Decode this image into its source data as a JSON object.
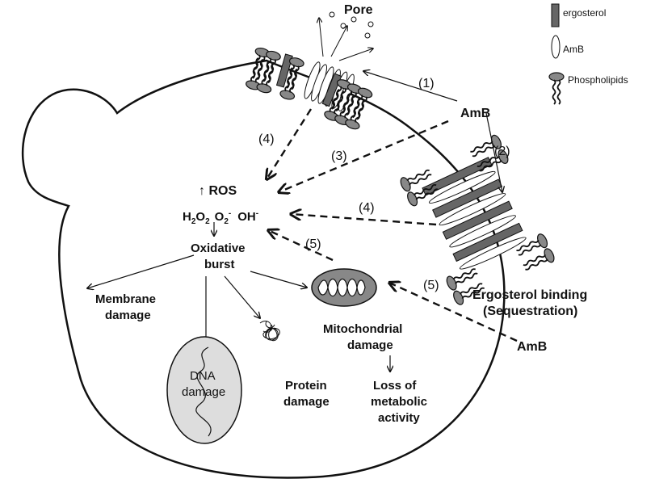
{
  "legend": {
    "ergosterol": "ergosterol",
    "amb": "AmB",
    "phospholipids": "Phospholipids"
  },
  "labels": {
    "pore": "Pore",
    "amb_top": "AmB",
    "amb_bottom": "AmB",
    "ros": "↑ ROS",
    "h2o2": "H",
    "h2o2_sub": "2",
    "h2o2_o": "O",
    "h2o2_sub2": "2",
    "o2": "O",
    "o2_sub": "2",
    "o2_sup": "-",
    "oh": "OH",
    "oh_sup": "-",
    "oxidative_1": "Oxidative",
    "oxidative_2": "burst",
    "membrane_1": "Membrane",
    "membrane_2": "damage",
    "dna_1": "DNA",
    "dna_2": "damage",
    "protein_1": "Protein",
    "protein_2": "damage",
    "mito_1": "Mitochondrial",
    "mito_2": "damage",
    "loss_1": "Loss of",
    "loss_2": "metabolic",
    "loss_3": "activity",
    "ergo_bind_1": "Ergosterol binding",
    "ergo_bind_2": "(Sequestration)"
  },
  "steps": {
    "s1": "(1)",
    "s2": "(2)",
    "s3": "(3)",
    "s4a": "(4)",
    "s4b": "(4)",
    "s5a": "(5)",
    "s5b": "(5)"
  }
}
